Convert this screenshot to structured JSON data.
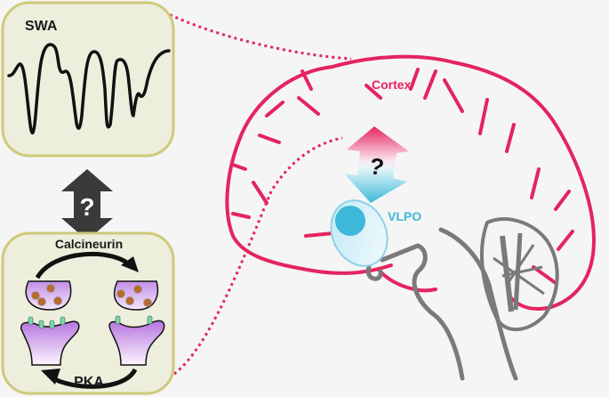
{
  "panels": {
    "swa": {
      "label": "SWA"
    },
    "synapse": {
      "top_label": "Calcineurin",
      "bottom_label": "PKA"
    }
  },
  "connector": {
    "label": "?"
  },
  "brain": {
    "cortex_label": "Cortex",
    "vlpo_label": "VLPO",
    "question_label": "?"
  },
  "colors": {
    "background": "#f5f5f5",
    "panel_fill": "#edeedc",
    "panel_border": "#cfc97a",
    "cortex": "#e4245f",
    "vlpo": "#3db8d8",
    "brainstem": "#7a7a7a",
    "dark_arrow": "#3a3a3a",
    "vesicle": "#b86a2e",
    "receptor": "#7fd3b0",
    "terminal": "#c38ee6"
  }
}
